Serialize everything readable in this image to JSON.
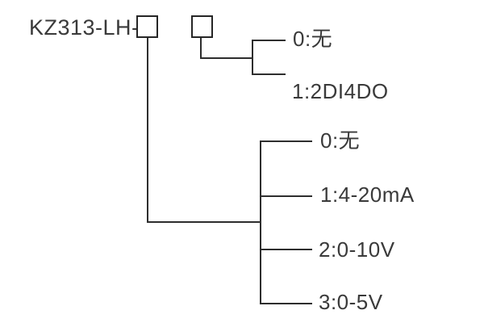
{
  "diagram": {
    "model_prefix": "KZ313-LH-",
    "digit2_options": [
      "0:无",
      "1:2DI4DO"
    ],
    "digit1_options": [
      "0:无",
      "1:4-20mA",
      "2:0-10V",
      "3:0-5V"
    ],
    "colors": {
      "background": "#ffffff",
      "line": "#2e2e2e",
      "text": "#3a3a3a",
      "box_border": "#262626"
    }
  }
}
